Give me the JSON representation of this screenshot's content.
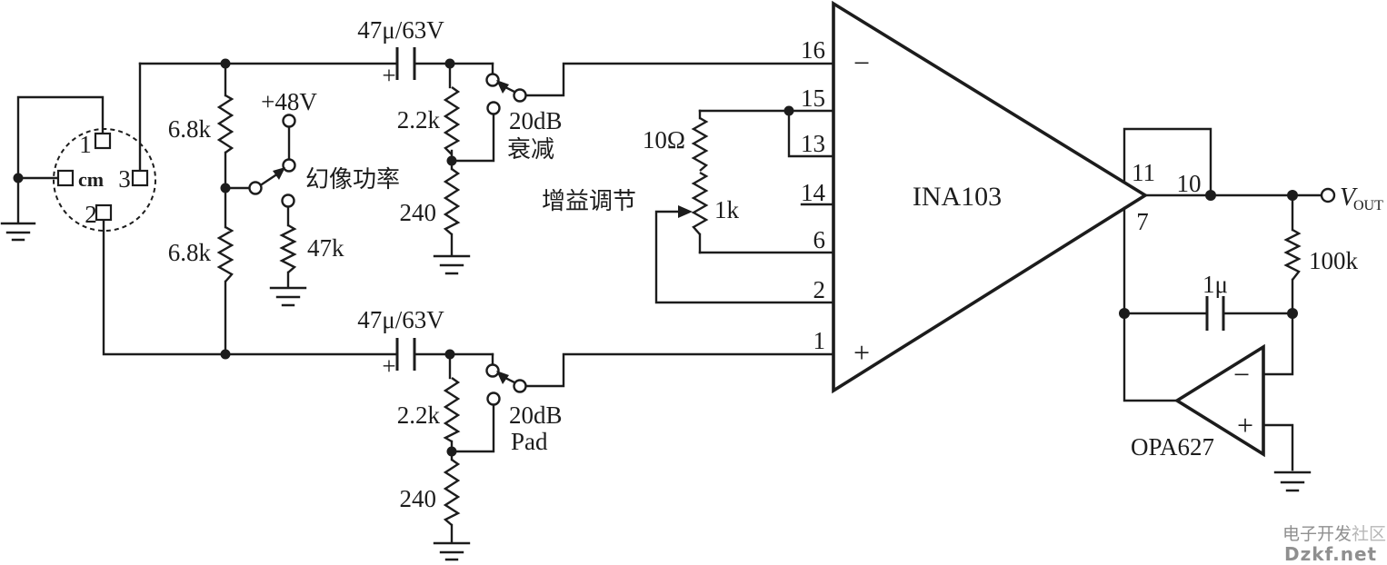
{
  "colors": {
    "ink": "#1c1c1c",
    "background": "#ffffff",
    "watermark_dark": "#8f8f8f",
    "watermark_light": "#b7b7b7"
  },
  "mic_connector": {
    "pin1": "1",
    "pin2": "2",
    "pin3": "3",
    "center_label": "cm"
  },
  "phantom_power": {
    "r_upper": "6.8k",
    "r_lower": "6.8k",
    "supply": "+48V",
    "switch_label": "幻像功率",
    "r_bleed": "47k"
  },
  "input_top": {
    "cap": "47μ/63V",
    "cap_polarity": "+",
    "r_series": "2.2k",
    "r_shunt": "240",
    "switch_line1": "20dB",
    "switch_line2": "衰减"
  },
  "input_bottom": {
    "cap": "47μ/63V",
    "cap_polarity": "+",
    "r_series": "2.2k",
    "r_shunt": "240",
    "switch_line1": "20dB",
    "switch_line2": "Pad"
  },
  "gain": {
    "label": "增益调节",
    "r_fixed": "10Ω",
    "r_pot": "1k"
  },
  "ina103": {
    "name": "INA103",
    "minus": "−",
    "plus": "+",
    "pin16": "16",
    "pin15": "15",
    "pin13": "13",
    "pin14": "14",
    "pin6": "6",
    "pin2": "2",
    "pin1": "1",
    "pin11": "11",
    "pin10": "10",
    "pin7": "7"
  },
  "output": {
    "cap": "1μ",
    "r_feedback": "100k",
    "v": "V",
    "v_sub": "OUT",
    "opamp": "OPA627",
    "minus": "−",
    "plus": "+"
  },
  "watermark": {
    "line1_dark": "电子开发",
    "line1_light": "社区",
    "line2": "Dzkf.net"
  }
}
